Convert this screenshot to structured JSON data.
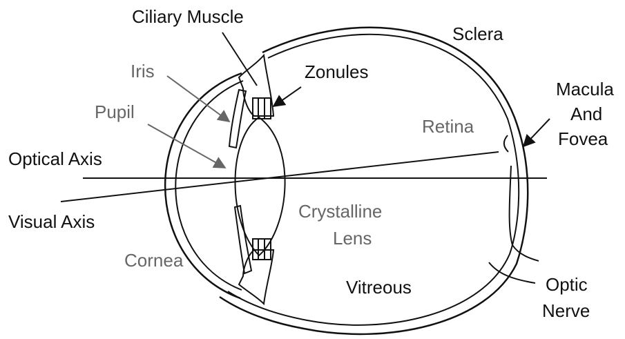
{
  "labels": {
    "ciliary_muscle": "Ciliary Muscle",
    "sclera": "Sclera",
    "iris": "Iris",
    "zonules": "Zonules",
    "macula_line1": "Macula",
    "macula_line2": "And",
    "macula_line3": "Fovea",
    "pupil": "Pupil",
    "retina": "Retina",
    "optical_axis": "Optical Axis",
    "visual_axis": "Visual Axis",
    "crystalline_line1": "Crystalline",
    "crystalline_line2": "Lens",
    "cornea": "Cornea",
    "vitreous": "Vitreous",
    "optic_line1": "Optic",
    "optic_line2": "Nerve"
  },
  "colors": {
    "label_dark": "#111111",
    "label_grey": "#666666",
    "outline": "#111111",
    "background": "#ffffff"
  }
}
